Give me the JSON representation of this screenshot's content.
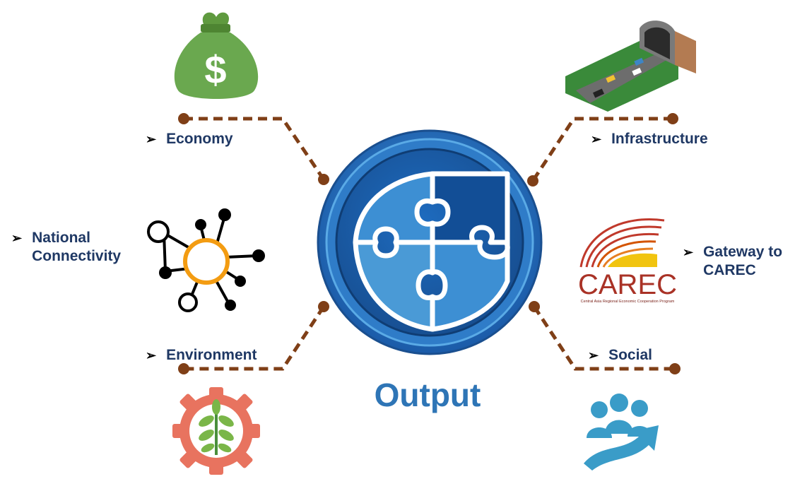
{
  "center": {
    "title": "Output"
  },
  "nodes": {
    "economy": {
      "label": "Economy",
      "icon": "money-bag-icon"
    },
    "infrastructure": {
      "label": "Infrastructure",
      "icon": "road-tunnel-icon"
    },
    "national_connectivity": {
      "label": "National\nConnectivity",
      "icon": "network-nodes-icon"
    },
    "gateway": {
      "label": "Gateway to\nCAREC",
      "icon": "carec-logo"
    },
    "environment": {
      "label": "Environment",
      "icon": "plant-gear-icon"
    },
    "social": {
      "label": "Social",
      "icon": "people-growth-icon"
    }
  },
  "carec_logo": {
    "wordmark": "CAREC",
    "tagline": "Central Asia Regional Economic Cooperation Program"
  },
  "colors": {
    "connector": "#7f3f17",
    "label_text": "#1f3864",
    "title_text": "#2e75b6",
    "puzzle_dark": "#124e96",
    "puzzle_light": "#3d8fd3",
    "money_bag": "#6aa84f",
    "environment_gear": "#e8735f",
    "social_people": "#3a9cc8"
  }
}
